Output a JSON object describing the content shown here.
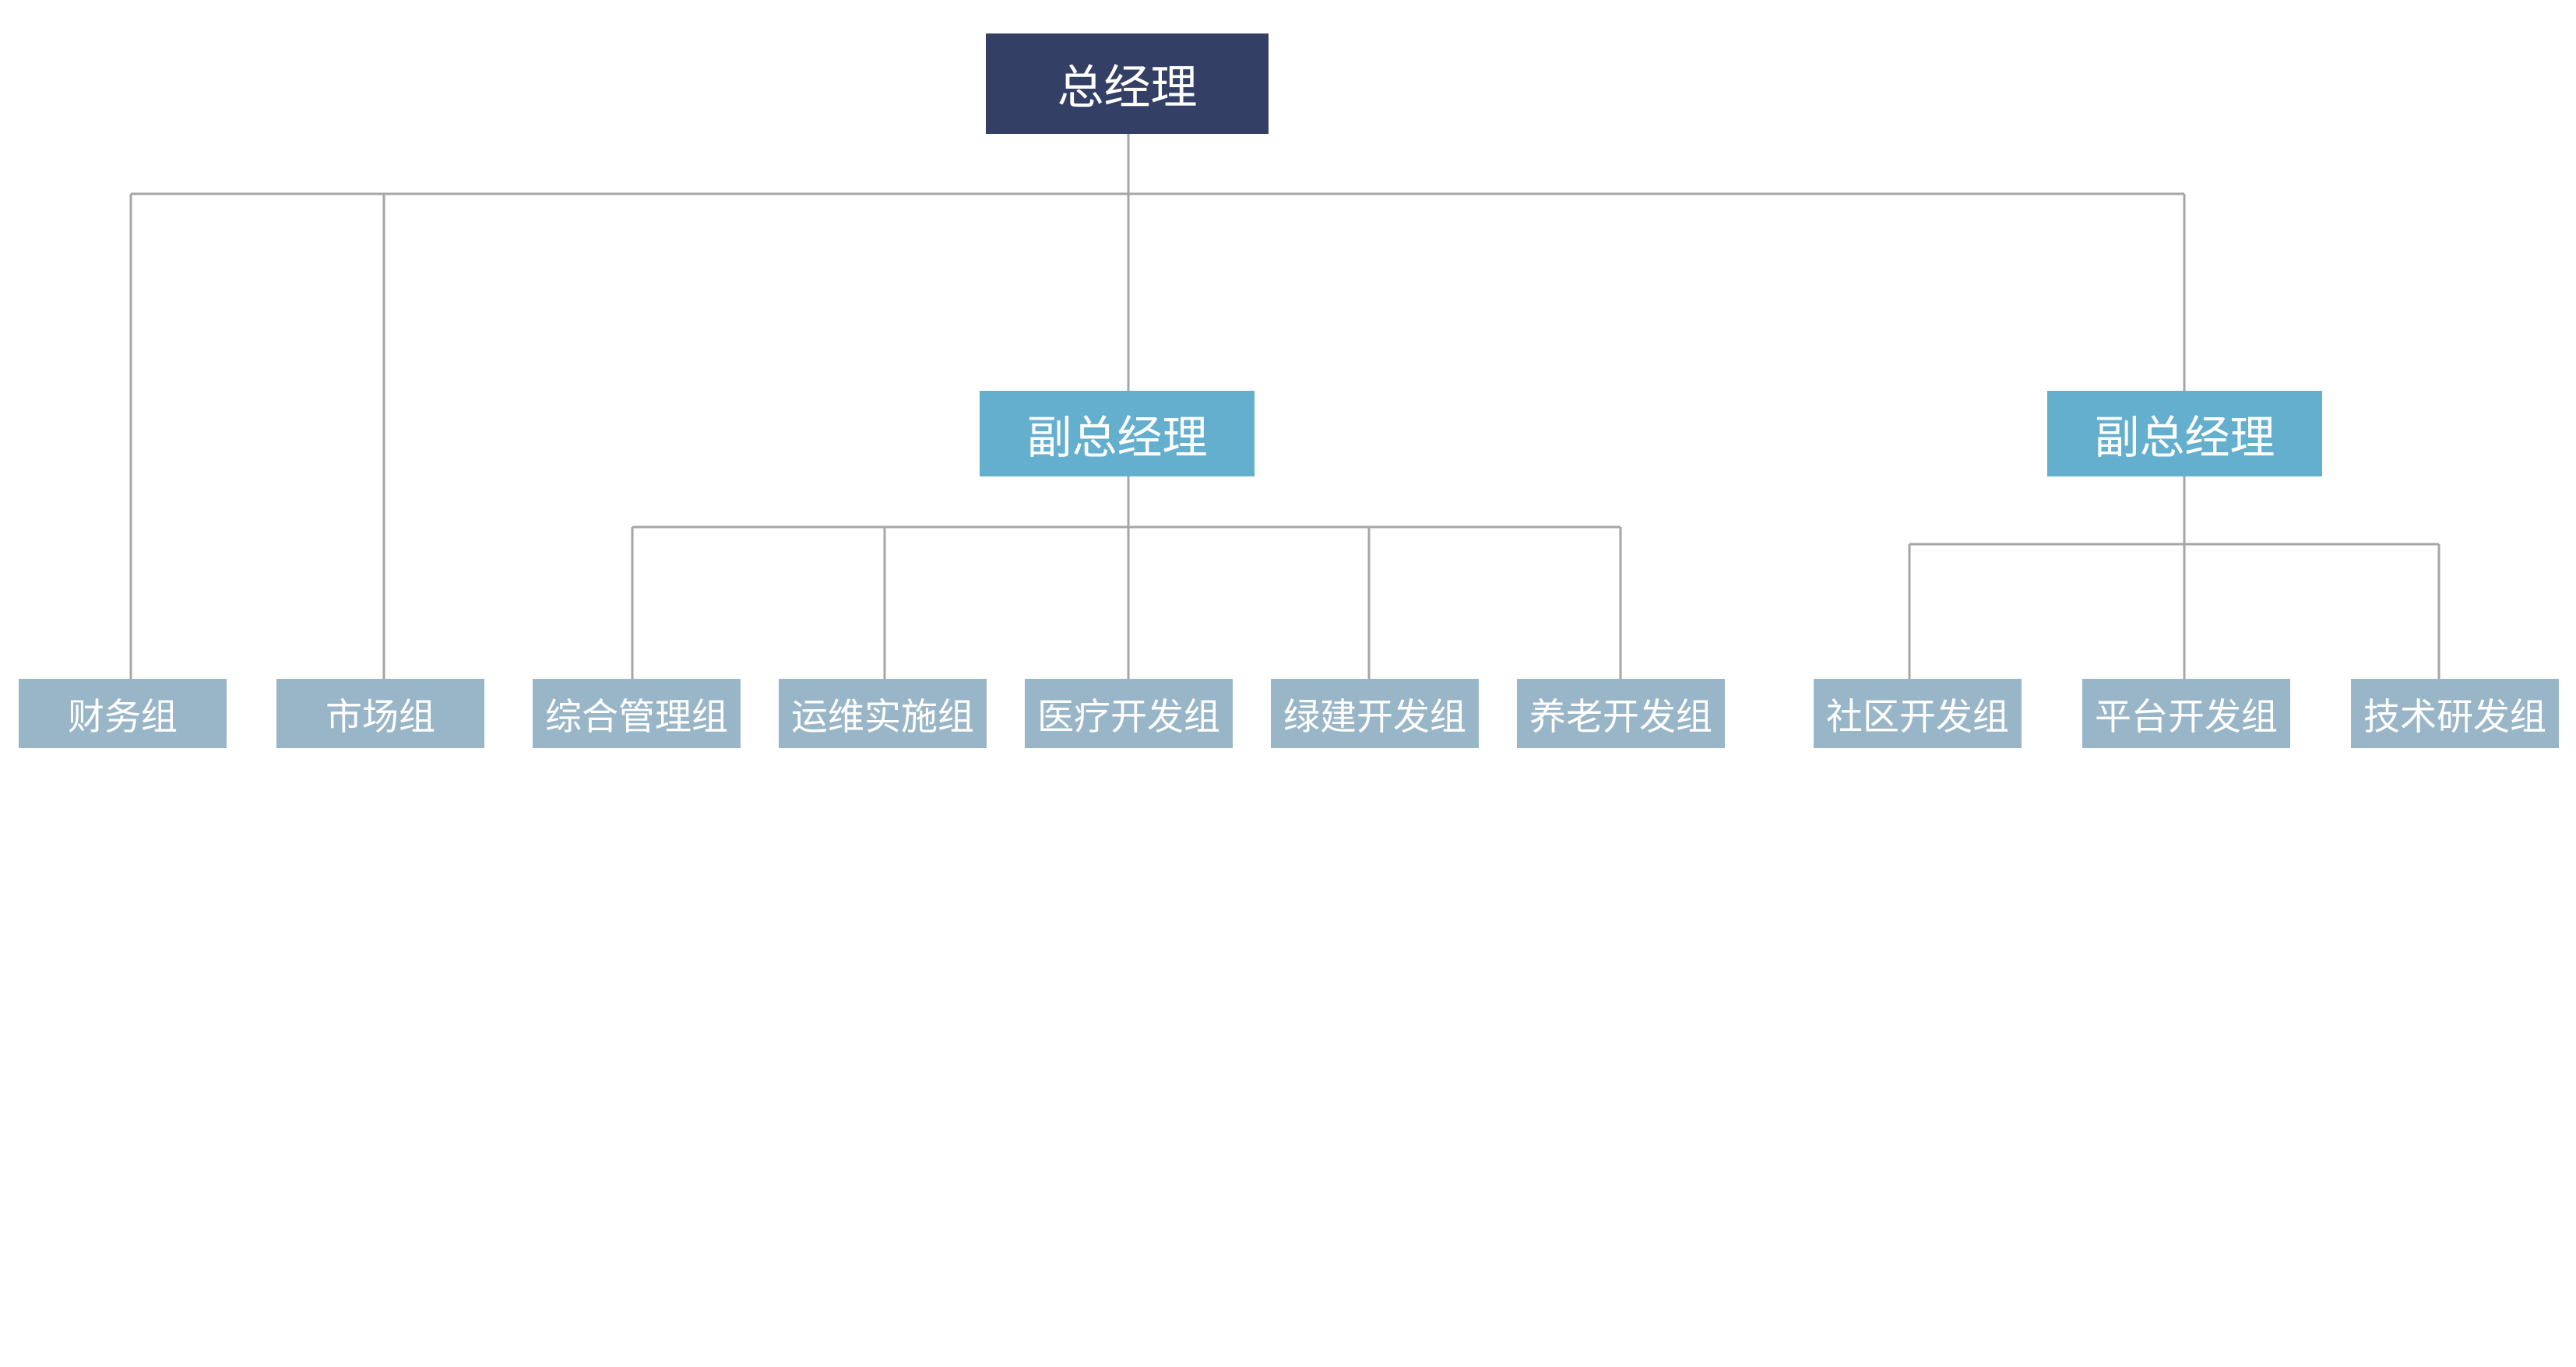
{
  "colors": {
    "root_fill": "#343f66",
    "deputy_fill": "#64afce",
    "group_fill": "#99b6c8",
    "text": "#ffffff",
    "connector": "#a6a6a6"
  },
  "org": {
    "root": {
      "label": "总经理"
    },
    "deputies": [
      {
        "label": "副总经理"
      },
      {
        "label": "副总经理"
      }
    ],
    "groups": [
      {
        "label": "财务组"
      },
      {
        "label": "市场组"
      },
      {
        "label": "综合管理组"
      },
      {
        "label": "运维实施组"
      },
      {
        "label": "医疗开发组"
      },
      {
        "label": "绿建开发组"
      },
      {
        "label": "养老开发组"
      },
      {
        "label": "社区开发组"
      },
      {
        "label": "平台开发组"
      },
      {
        "label": "技术研发组"
      }
    ]
  }
}
